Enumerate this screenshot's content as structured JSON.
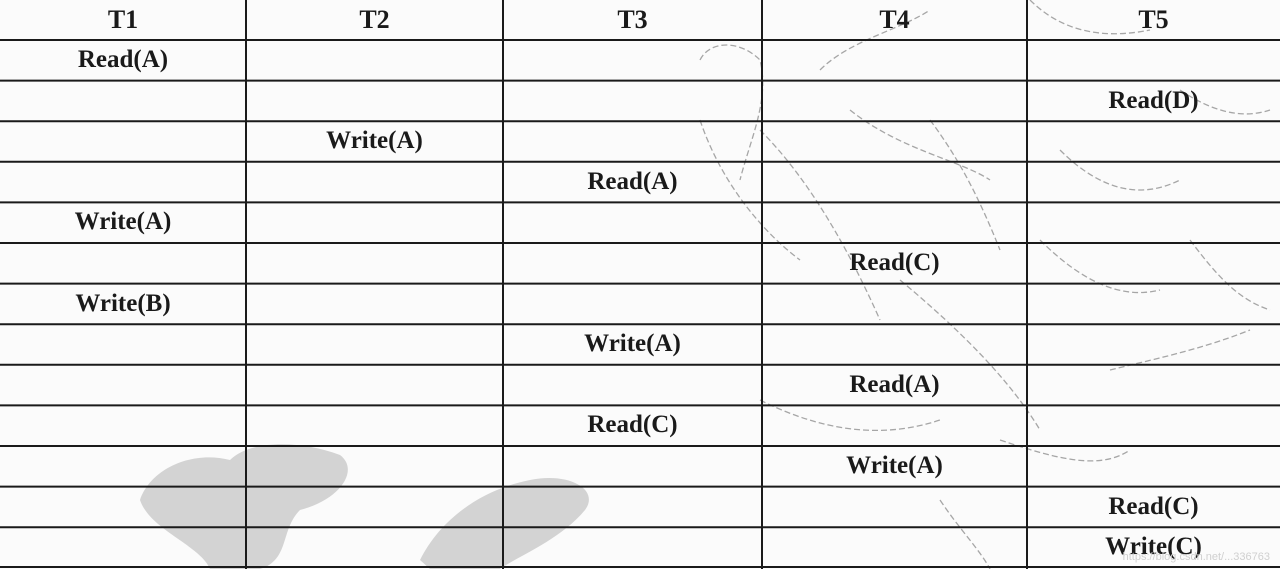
{
  "table": {
    "headers": [
      "T1",
      "T2",
      "T3",
      "T4",
      "T5"
    ],
    "operations": [
      {
        "col": 0,
        "row": 0,
        "text": "Read(A)"
      },
      {
        "col": 4,
        "row": 1,
        "text": "Read(D)"
      },
      {
        "col": 1,
        "row": 2,
        "text": "Write(A)"
      },
      {
        "col": 2,
        "row": 3,
        "text": "Read(A)"
      },
      {
        "col": 0,
        "row": 4,
        "text": "Write(A)"
      },
      {
        "col": 3,
        "row": 5,
        "text": "Read(C)"
      },
      {
        "col": 0,
        "row": 6,
        "text": "Write(B)"
      },
      {
        "col": 2,
        "row": 7,
        "text": "Write(A)"
      },
      {
        "col": 3,
        "row": 8,
        "text": "Read(A)"
      },
      {
        "col": 2,
        "row": 9,
        "text": "Read(C)"
      },
      {
        "col": 3,
        "row": 10,
        "text": "Write(A)"
      },
      {
        "col": 4,
        "row": 11,
        "text": "Read(C)"
      },
      {
        "col": 4,
        "row": 12,
        "text": "Write(C)"
      }
    ]
  },
  "watermark": "https://blog.csdn.net/...336763"
}
